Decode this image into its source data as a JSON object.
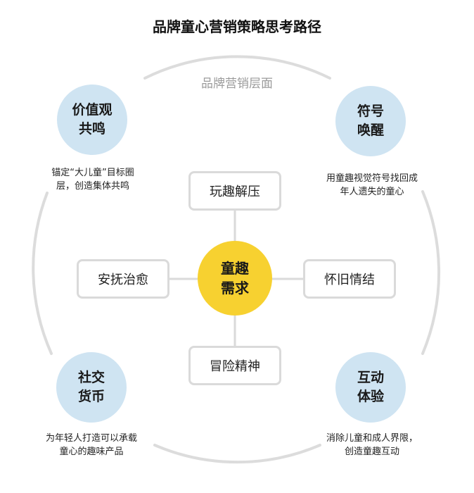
{
  "title": "品牌童心营销策略思考路径",
  "ring_label": "品牌营销层面",
  "corners": {
    "top_left": {
      "label": "价值观\n共鸣",
      "desc": "锚定“大儿童”目标圈层，创造集体共鸣"
    },
    "top_right": {
      "label": "符号\n唤醒",
      "desc": "用童趣视觉符号找回成年人遗失的童心"
    },
    "bottom_left": {
      "label": "社交\n货币",
      "desc": "为年轻人打造可以承载童心的趣味产品"
    },
    "bottom_right": {
      "label": "互动\n体验",
      "desc": "消除儿童和成人界限，创造童趣互动"
    }
  },
  "center": {
    "label": "童趣\n需求"
  },
  "boxes": {
    "top": "玩趣解压",
    "left": "安抚治愈",
    "right": "怀旧情结",
    "bottom": "冒险精神"
  },
  "colors": {
    "corner_fill": "#cfe4f2",
    "center_fill": "#f7d130",
    "ring": "#dcdcdc",
    "box_border": "#dadada"
  }
}
